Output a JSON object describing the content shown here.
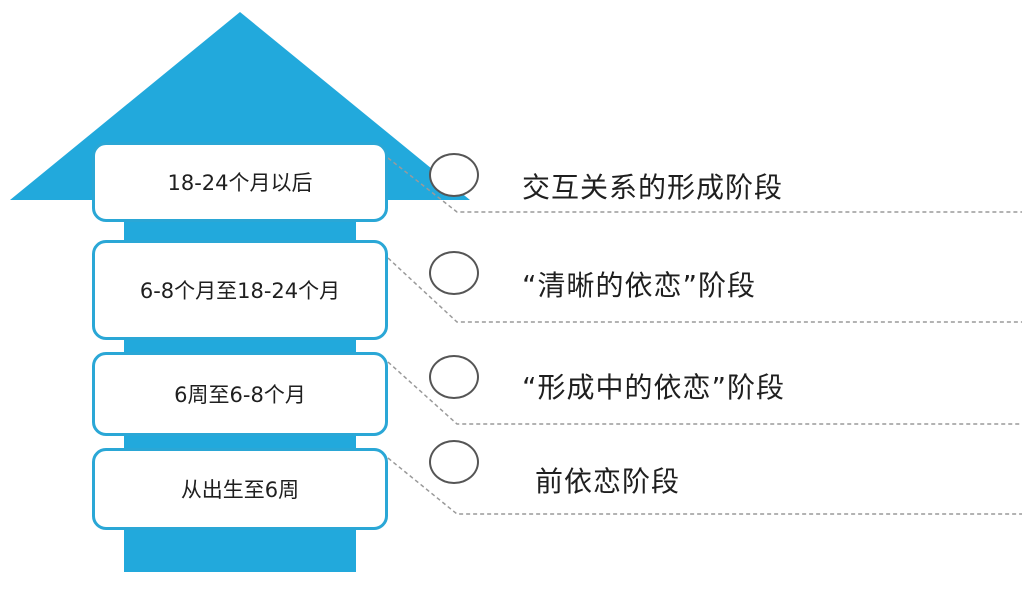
{
  "colors": {
    "arrow": "#22a9dc",
    "box_border": "#2aa7d6",
    "dash_line": "#9a9a9a",
    "circle_border": "#555555",
    "text": "#1f1f1f"
  },
  "stages": [
    {
      "period": "18-24个月以后",
      "phase": "交互关系的形成阶段"
    },
    {
      "period": "6-8个月至18-24个月",
      "phase": "“清晰的依恋”阶段"
    },
    {
      "period": "6周至6-8个月",
      "phase": "“形成中的依恋”阶段"
    },
    {
      "period": "从出生至6周",
      "phase": "前依恋阶段"
    }
  ]
}
